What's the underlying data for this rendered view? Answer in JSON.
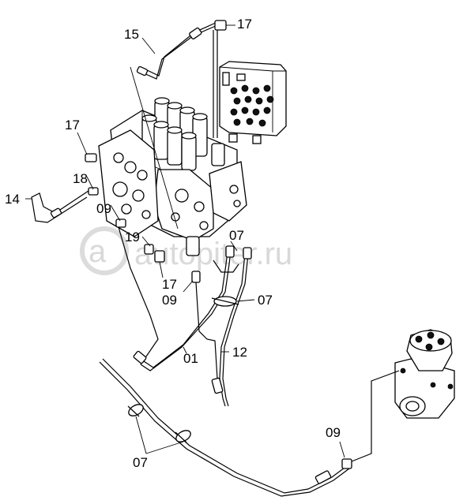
{
  "watermark": "autopiter.ru",
  "callouts": {
    "c15": "15",
    "c17_top": "17",
    "c17_left": "17",
    "c18": "18",
    "c14": "14",
    "c09_left": "09",
    "c19": "19",
    "c17_bottom": "17",
    "c09_center": "09",
    "c07_upper": "07",
    "c07_mid": "07",
    "c01": "01",
    "c12": "12",
    "c09_right": "09",
    "c07_bottom": "07"
  }
}
